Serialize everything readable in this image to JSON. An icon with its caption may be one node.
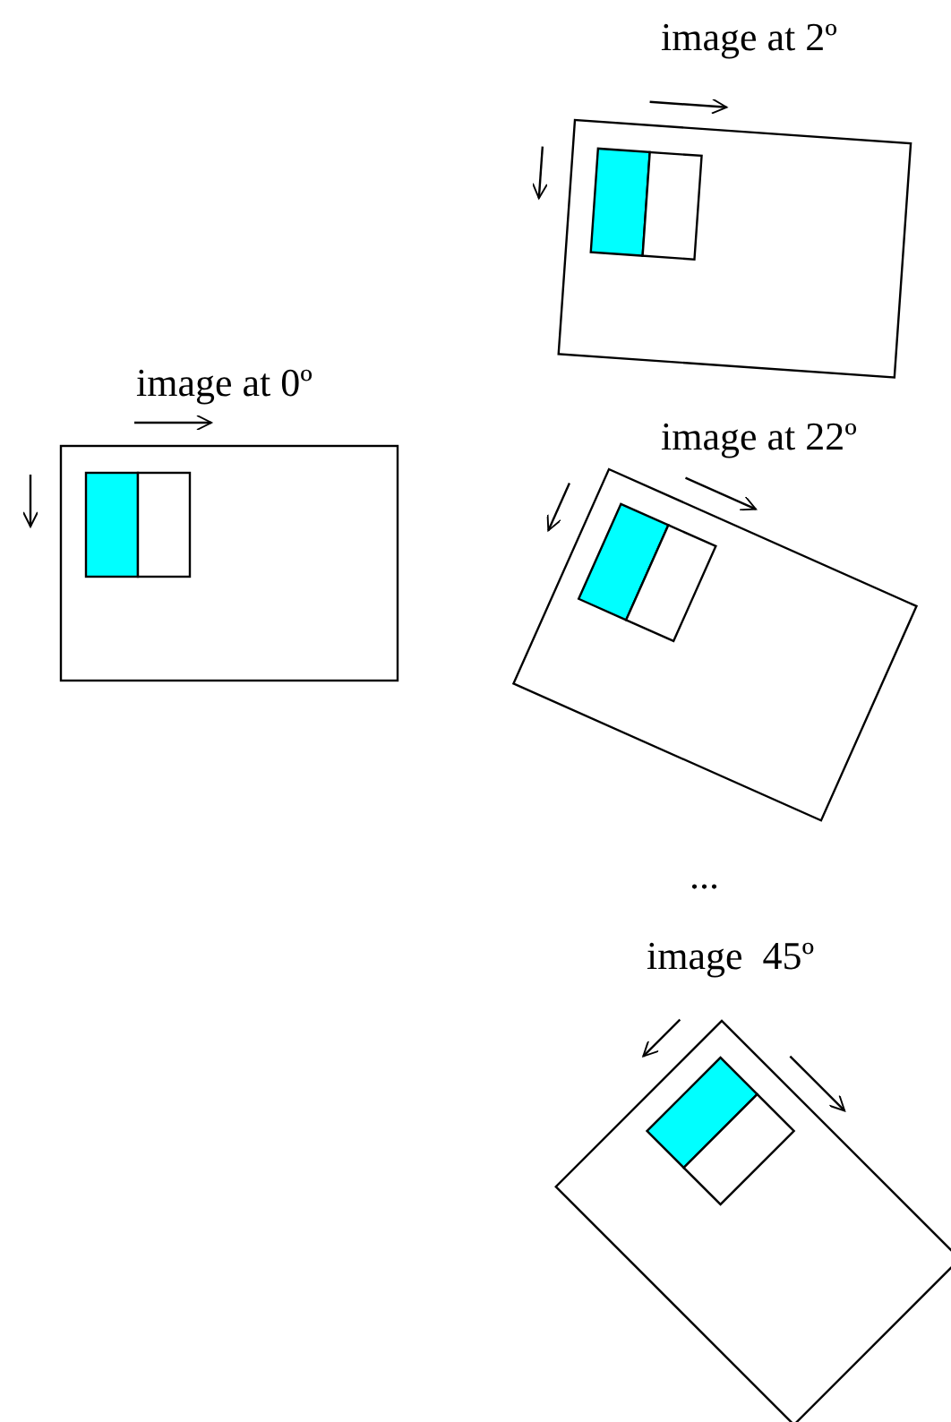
{
  "diagram": {
    "labels": [
      "image at 2º",
      "image at 0º",
      "image at 22º",
      "...",
      "image  45º"
    ]
  }
}
